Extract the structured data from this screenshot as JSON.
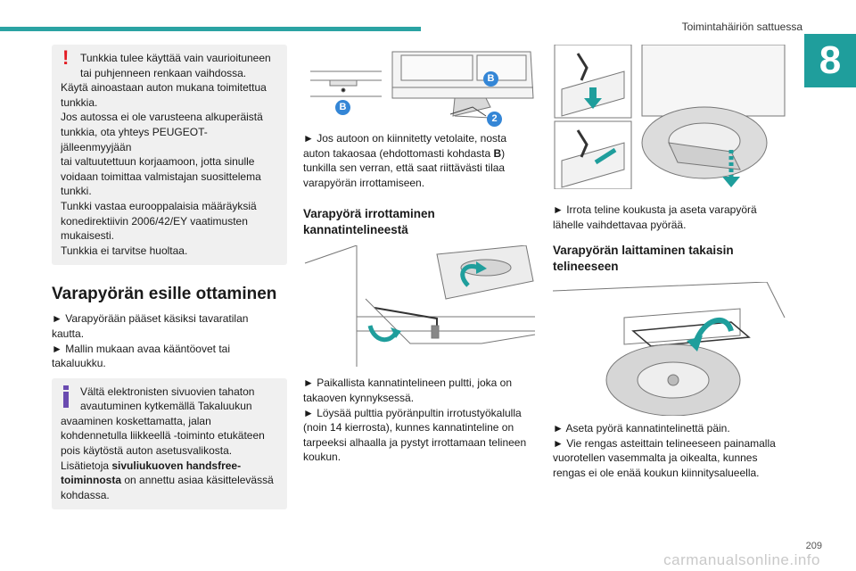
{
  "header": {
    "running_title": "Toimintahäiriön sattuessa",
    "chapter_number": "8"
  },
  "col1": {
    "warning_lines": [
      "Tunkkia tulee käyttää vain vaurioituneen",
      "tai puhjenneen renkaan vaihdossa."
    ],
    "warning_rest": [
      "Käytä ainoastaan auton mukana toimitettua",
      "tunkkia.",
      "Jos autossa ei ole varusteena alkuperäistä",
      "tunkkia, ota yhteys PEUGEOT-jälleenmyyjään",
      "tai valtuutettuun korjaamoon, jotta sinulle",
      "voidaan toimittaa valmistajan suosittelema",
      "tunkki.",
      "Tunkki vastaa eurooppalaisia määräyksiä",
      "konedirektiivin 2006/42/EY vaatimusten",
      "mukaisesti.",
      "Tunkkia ei tarvitse huoltaa."
    ],
    "section_title": "Varapyörän esille ottaminen",
    "steps": [
      "► Varapyörään pääset käsiksi tavaratilan",
      "kautta.",
      "► Mallin mukaan avaa kääntöovet tai",
      "takaluukku."
    ],
    "info_lines": [
      "Vältä elektronisten sivuovien tahaton",
      "avautuminen kytkemällä Takaluukun"
    ],
    "info_rest": [
      "avaaminen koskettamatta, jalan",
      "kohdennetulla liikkeellä -toiminto etukäteen",
      "pois käytöstä auton asetusvalikosta."
    ],
    "info_more_prefix": "Lisätietoja ",
    "info_more_bold_1": "sivuliukuoven handsfree-",
    "info_more_bold_2": "toiminnosta",
    "info_more_suffix": " on annettu asiaa käsittelevässä",
    "info_last": "kohdassa."
  },
  "col2": {
    "callout_b1": "B",
    "callout_b2": "B",
    "callout_2": "2",
    "step1_lines": [
      "► Jos autoon on kiinnitetty vetolaite, nosta",
      "auton takaosaa (ehdottomasti kohdasta "
    ],
    "step1_bold": "B",
    "step1_close": ")",
    "step1_rest": [
      "tunkilla sen verran, että saat riittävästi tilaa",
      "varapyörän irrottamiseen."
    ],
    "section_title_1": "Varapyörä irrottaminen",
    "section_title_2": "kannatintelineestä",
    "steps": [
      "► Paikallista kannatintelineen pultti, joka on",
      "takaoven kynnyksessä.",
      "► Löysää pulttia pyöränpultin irrotustyökalulla",
      "(noin 14 kierrosta), kunnes kannatinteline on",
      "tarpeeksi alhaalla ja pystyt irrottamaan telineen",
      "koukun."
    ]
  },
  "col3": {
    "step_lines": [
      "► Irrota teline koukusta ja aseta varapyörä",
      "lähelle vaihdettavaa pyörää."
    ],
    "section_title_1": "Varapyörän laittaminen takaisin",
    "section_title_2": "telineeseen",
    "steps": [
      "► Aseta pyörä kannatintelinettä päin.",
      "► Vie rengas asteittain telineeseen painamalla",
      "vuorotellen vasemmalta ja oikealta, kunnes",
      "rengas ei ole enää koukun kiinnitysalueella."
    ]
  },
  "footer": {
    "page_number": "209",
    "watermark": "carmanualsonline.info"
  },
  "colors": {
    "accent_teal": "#1f9e9c",
    "warning_red": "#e31b23",
    "info_purple": "#6a4bb0",
    "callout_blue": "#3486d6"
  }
}
